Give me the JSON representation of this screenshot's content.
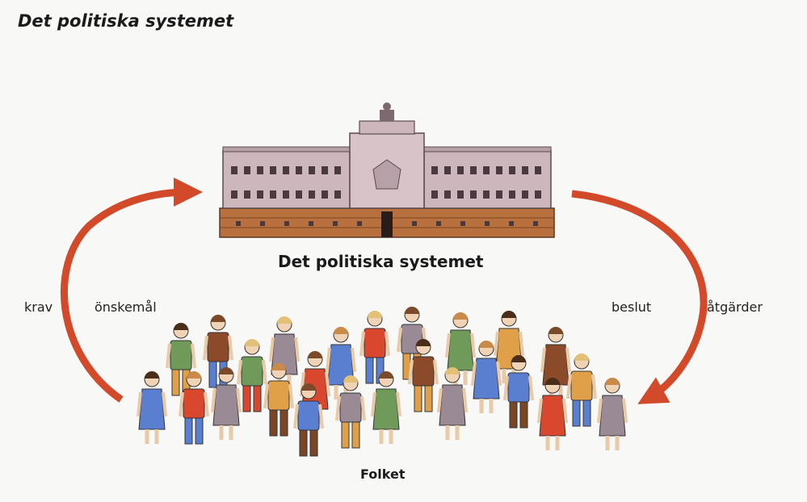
{
  "heading": "Det politiska systemet",
  "parliament_label": "Det politiska systemet",
  "people_label": "Folket",
  "left_labels": {
    "outer": "krav",
    "inner": "önskemål"
  },
  "right_labels": {
    "outer": "beslut",
    "inner": "åtgärder"
  },
  "colors": {
    "arrow": "#d24a2a",
    "arrow_dark": "#a8321a",
    "building_upper": "#cdb7bd",
    "building_base": "#b8703e"
  },
  "icons": [
    "parliament-building-icon",
    "people-crowd-icon",
    "curved-arrow-up-icon",
    "curved-arrow-down-icon"
  ]
}
